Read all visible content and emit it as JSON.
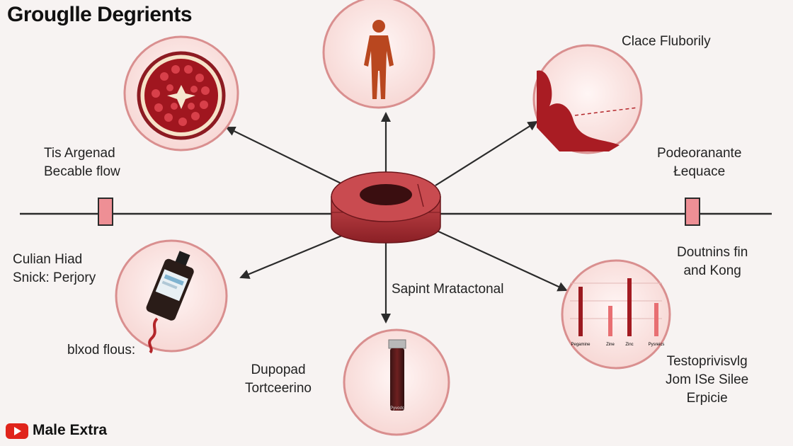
{
  "title": "Grouglle Degrients",
  "labels": {
    "top_right": "Clace Fluborily",
    "left_upper": [
      "Tis Argenad",
      "Becable flow"
    ],
    "right_upper": [
      "Podeoranante",
      "Łequace"
    ],
    "left_lower": [
      "Culian Hiad",
      "Snick: Perjory"
    ],
    "right_lower": [
      "Doutnins fin",
      "and Kong"
    ],
    "center_lower": "Sapint Mratactonal",
    "blood_flow": "blxod flous:",
    "bottom_center": [
      "Dupopad",
      "Tortceerino"
    ],
    "bottom_right": [
      "Testoprivisvlg",
      "Jom ISe Silee",
      "Erpicie"
    ]
  },
  "chart_labels": [
    "Pegamine",
    "Zine",
    "Zinc",
    "Pysreics"
  ],
  "tube_label": "Pyvodc",
  "brand": {
    "name": "Male Extra",
    "icon": "youtube-play-icon",
    "color": "#e0241b"
  },
  "colors": {
    "accent": "#b3262a",
    "ring": "#d98f8f",
    "circle_fill": "#fbe6e4",
    "line": "#2b2b2b"
  }
}
